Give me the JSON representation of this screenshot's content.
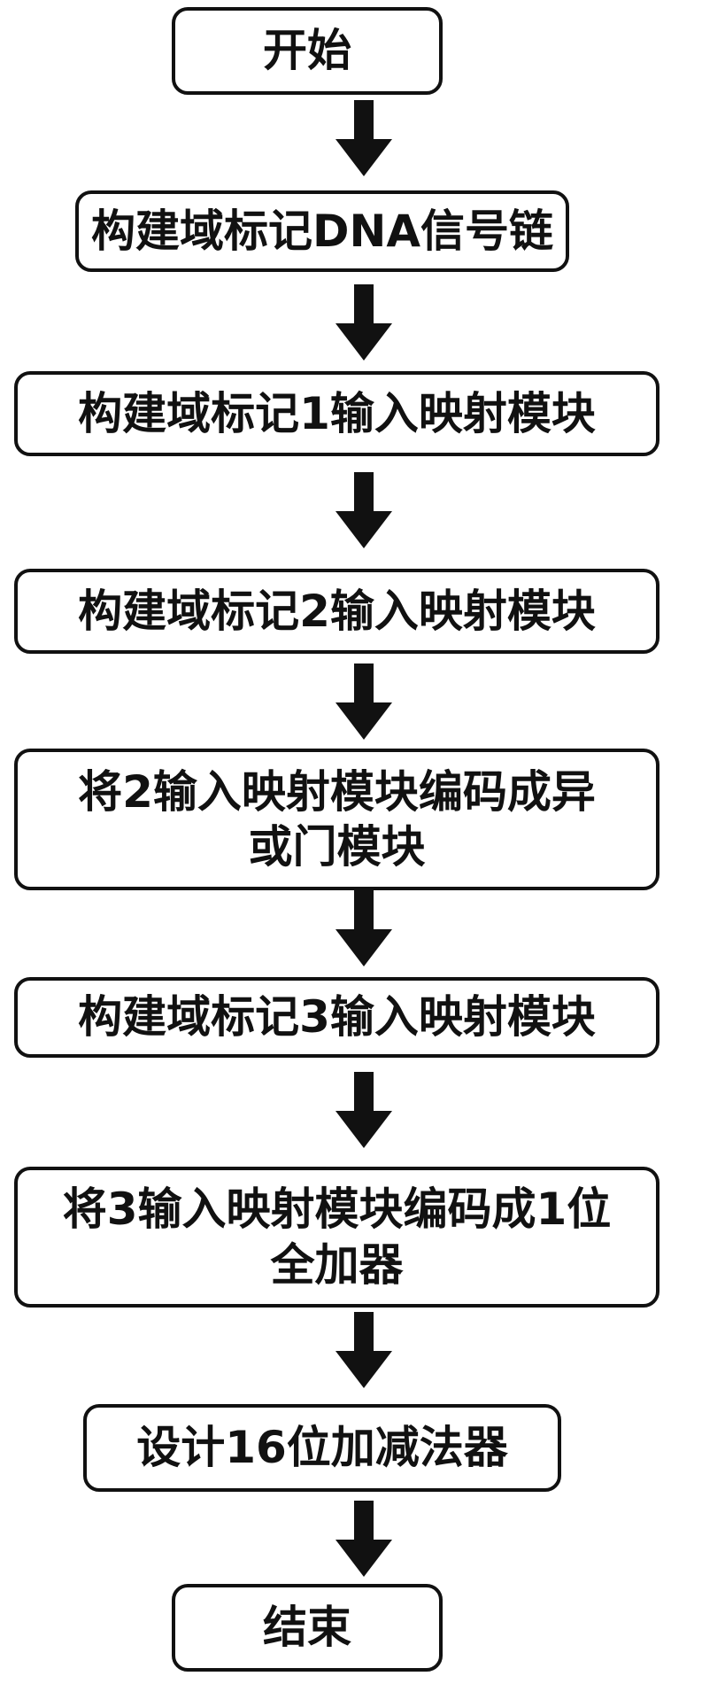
{
  "flowchart": {
    "steps": [
      {
        "lines": [
          "开始"
        ]
      },
      {
        "lines": [
          "构建域标记DNA信号链"
        ]
      },
      {
        "lines": [
          "构建域标记1输入映射模块"
        ]
      },
      {
        "lines": [
          "构建域标记2输入映射模块"
        ]
      },
      {
        "lines": [
          "将2输入映射模块编码成异",
          "或门模块"
        ]
      },
      {
        "lines": [
          "构建域标记3输入映射模块"
        ]
      },
      {
        "lines": [
          "将3输入映射模块编码成1位",
          "全加器"
        ]
      },
      {
        "lines": [
          "设计16位加减法器"
        ]
      },
      {
        "lines": [
          "结束"
        ]
      }
    ]
  },
  "colors": {
    "stroke": "#111111",
    "background": "#ffffff",
    "text": "#111111"
  }
}
